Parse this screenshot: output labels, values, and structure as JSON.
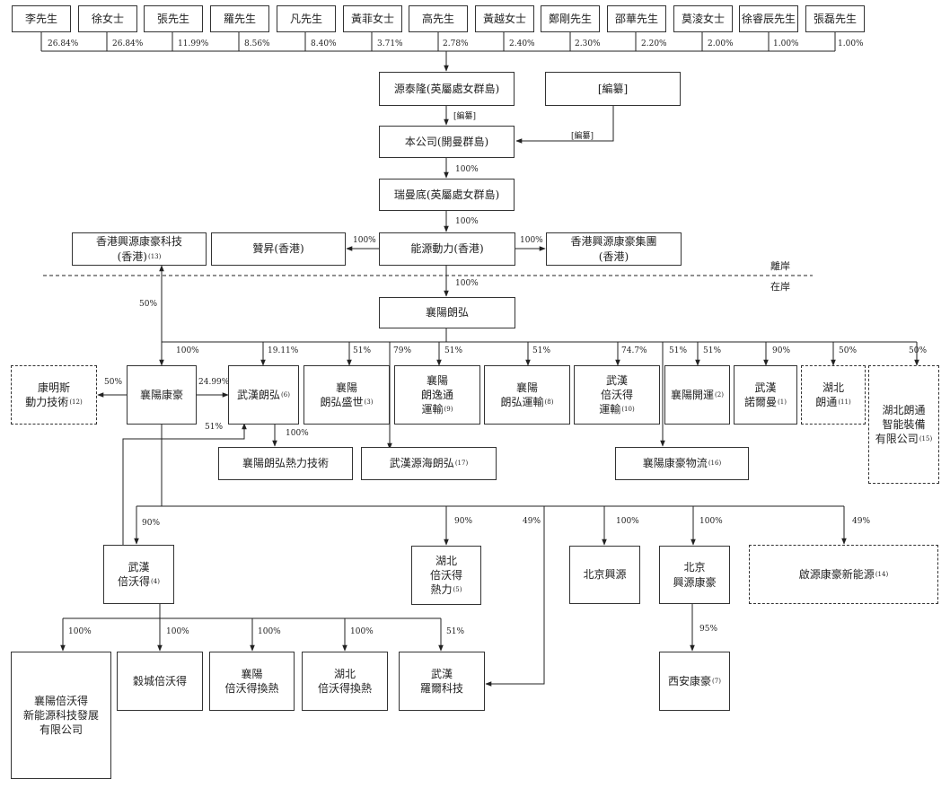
{
  "shareholders": [
    {
      "name": "李先生",
      "pct": "26.84%"
    },
    {
      "name": "徐女士",
      "pct": "26.84%"
    },
    {
      "name": "張先生",
      "pct": "11.99%"
    },
    {
      "name": "羅先生",
      "pct": "8.56%"
    },
    {
      "name": "凡先生",
      "pct": "8.40%"
    },
    {
      "name": "黃菲女士",
      "pct": "3.71%"
    },
    {
      "name": "高先生",
      "pct": "2.78%"
    },
    {
      "name": "黃越女士",
      "pct": "2.40%"
    },
    {
      "name": "鄭剛先生",
      "pct": "2.30%"
    },
    {
      "name": "邵華先生",
      "pct": "2.20%"
    },
    {
      "name": "莫淩女士",
      "pct": "2.00%"
    },
    {
      "name": "徐睿辰先生",
      "pct": "1.00%"
    },
    {
      "name": "張磊先生",
      "pct": "1.00%"
    }
  ],
  "entities": {
    "yuantailong": {
      "name": "源泰隆(英屬處女群島)"
    },
    "redacted": {
      "name": "[編纂]"
    },
    "company": {
      "name": "本公司(開曼群島)"
    },
    "ruimandi": {
      "name": "瑞曼底(英屬處女群島)"
    },
    "nengyuan_hk": {
      "name": "能源動力(香港)"
    },
    "zanhsheng": {
      "name": "贊昇(香港)"
    },
    "xingyuan_tech": {
      "name": "香港興源康豪科技\n(香港)",
      "note": "(13)"
    },
    "xingyuan_group": {
      "name": "香港興源康豪集團\n(香港)"
    },
    "xy_langhong": {
      "name": "襄陽朗弘"
    },
    "xy_kanghao": {
      "name": "襄陽康豪"
    },
    "kangmingsi": {
      "name": "康明斯\n動力技術",
      "note": "(12)"
    },
    "wh_langhong": {
      "name": "武漢朗弘",
      "note": "(6)"
    },
    "xy_lhss": {
      "name": "襄陽\n朗弘盛世",
      "note": "(3)"
    },
    "xy_lyt": {
      "name": "襄陽\n朗逸通\n運輸",
      "note": "(9)"
    },
    "xy_lhys": {
      "name": "襄陽\n朗弘運輸",
      "note": "(8)"
    },
    "wh_bwd_ys": {
      "name": "武漢\n倍沃得\n運輸",
      "note": "(10)"
    },
    "xy_kaiyun": {
      "name": "襄陽開運",
      "note": "(2)"
    },
    "wh_nuoerman": {
      "name": "武漢\n諾爾曼",
      "note": "(1)"
    },
    "hb_langtong": {
      "name": "湖北\n朗通",
      "note": "(11)"
    },
    "hb_lt_zn": {
      "name": "湖北朗通\n智能裝備\n有限公司",
      "note": "(15)"
    },
    "xy_relitech": {
      "name": "襄陽朗弘熱力技術"
    },
    "wh_yhlh": {
      "name": "武漢源海朗弘",
      "note": "(17)"
    },
    "xy_khwl": {
      "name": "襄陽康豪物流",
      "note": "(16)"
    },
    "wh_bwd": {
      "name": "武漢\n倍沃得",
      "note": "(4)"
    },
    "hb_bwd_rl": {
      "name": "湖北\n倍沃得\n熱力",
      "note": "(5)"
    },
    "bj_xingyuan": {
      "name": "北京興源"
    },
    "bj_xykh": {
      "name": "北京\n興源康豪"
    },
    "qiyuan": {
      "name": "啟源康豪新能源",
      "note": "(14)"
    },
    "xy_bwd_xny": {
      "name": "襄陽倍沃得\n新能源科技發展\n有限公司"
    },
    "gucheng": {
      "name": "穀城倍沃得"
    },
    "xy_bwd_hr": {
      "name": "襄陽\n倍沃得換熱"
    },
    "hb_bwd_hr": {
      "name": "湖北\n倍沃得換熱"
    },
    "wh_luoer": {
      "name": "武漢\n羅爾科技"
    },
    "xian_kh": {
      "name": "西安康豪",
      "note": "(7)"
    }
  },
  "labels": {
    "redacted_small": "[編纂]",
    "offshore": "離岸",
    "onshore": "在岸"
  },
  "percentages": {
    "p100_ruimandi": "100%",
    "p100_nengyuan": "100%",
    "p100_zanhsheng": "100%",
    "p100_group": "100%",
    "p100_onshore": "100%",
    "p50_tech": "50%",
    "p100_kanghao": "100%",
    "p1911": "19.11%",
    "p51_lhss": "51%",
    "p79": "79%",
    "p51_lyt": "51%",
    "p51_lhys": "51%",
    "p747": "74.7%",
    "p51_wl": "51%",
    "p51_kaiyun": "51%",
    "p90_nuoerman": "90%",
    "p50_langtong": "50%",
    "p50_zn": "50%",
    "p50_kms": "50%",
    "p2499": "24.99%",
    "p51_kh_wh": "51%",
    "p100_reli": "100%",
    "p90_bwd": "90%",
    "p90_bwdrl": "90%",
    "p49_luoer": "49%",
    "p100_bjxy": "100%",
    "p100_bjxykh": "100%",
    "p49_qiyuan": "49%",
    "p100_xny": "100%",
    "p100_gc": "100%",
    "p100_xyhr": "100%",
    "p100_hbhr": "100%",
    "p51_luoer": "51%",
    "p95": "95%"
  }
}
